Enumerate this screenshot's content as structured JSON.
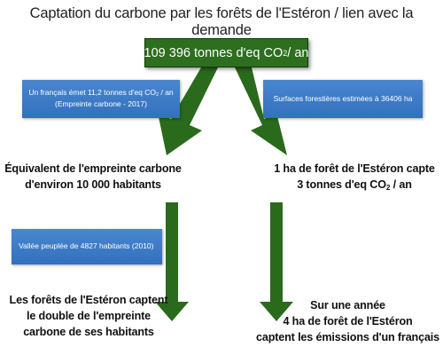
{
  "title": "Captation du carbone par les forêts de l'Estéron / lien avec la demande",
  "header": {
    "text_before": "109 396 tonnes d'eq CO",
    "sub": "2",
    "text_after": " / an"
  },
  "info_left": {
    "line1_before": "Un français émet 11,2 tonnes d'eq CO",
    "line1_sub": "2",
    "line1_after": " / an",
    "line2": "(Empreinte carbone - 2017)"
  },
  "info_right": {
    "text": "Surfaces forestières estimées à 36406 ha"
  },
  "left_mid": {
    "line1": "Équivalent de l'empreinte carbone",
    "line2": "d'environ 10 000 habitants"
  },
  "right_mid": {
    "line1": "1 ha de forêt de l'Estéron capte",
    "line2_before": "3 tonnes d'eq CO",
    "line2_sub": "2",
    "line2_after": " / an"
  },
  "info_vallee": {
    "text": "Vallée peuplée de 4827 habitants (2010)"
  },
  "left_bot": {
    "line1": "Les forêts de l'Estéron captent",
    "line2": "le double de l'empreinte",
    "line3": "carbone de ses habitants"
  },
  "right_bot": {
    "line1": "Sur une année",
    "line2": "4 ha de forêt de l'Estéron",
    "line3": "captent les émissions d'un français"
  },
  "colors": {
    "arrow_green": "#2a6a1c",
    "header_green": "#2d6e1f",
    "info_blue": "#3a78c4"
  }
}
